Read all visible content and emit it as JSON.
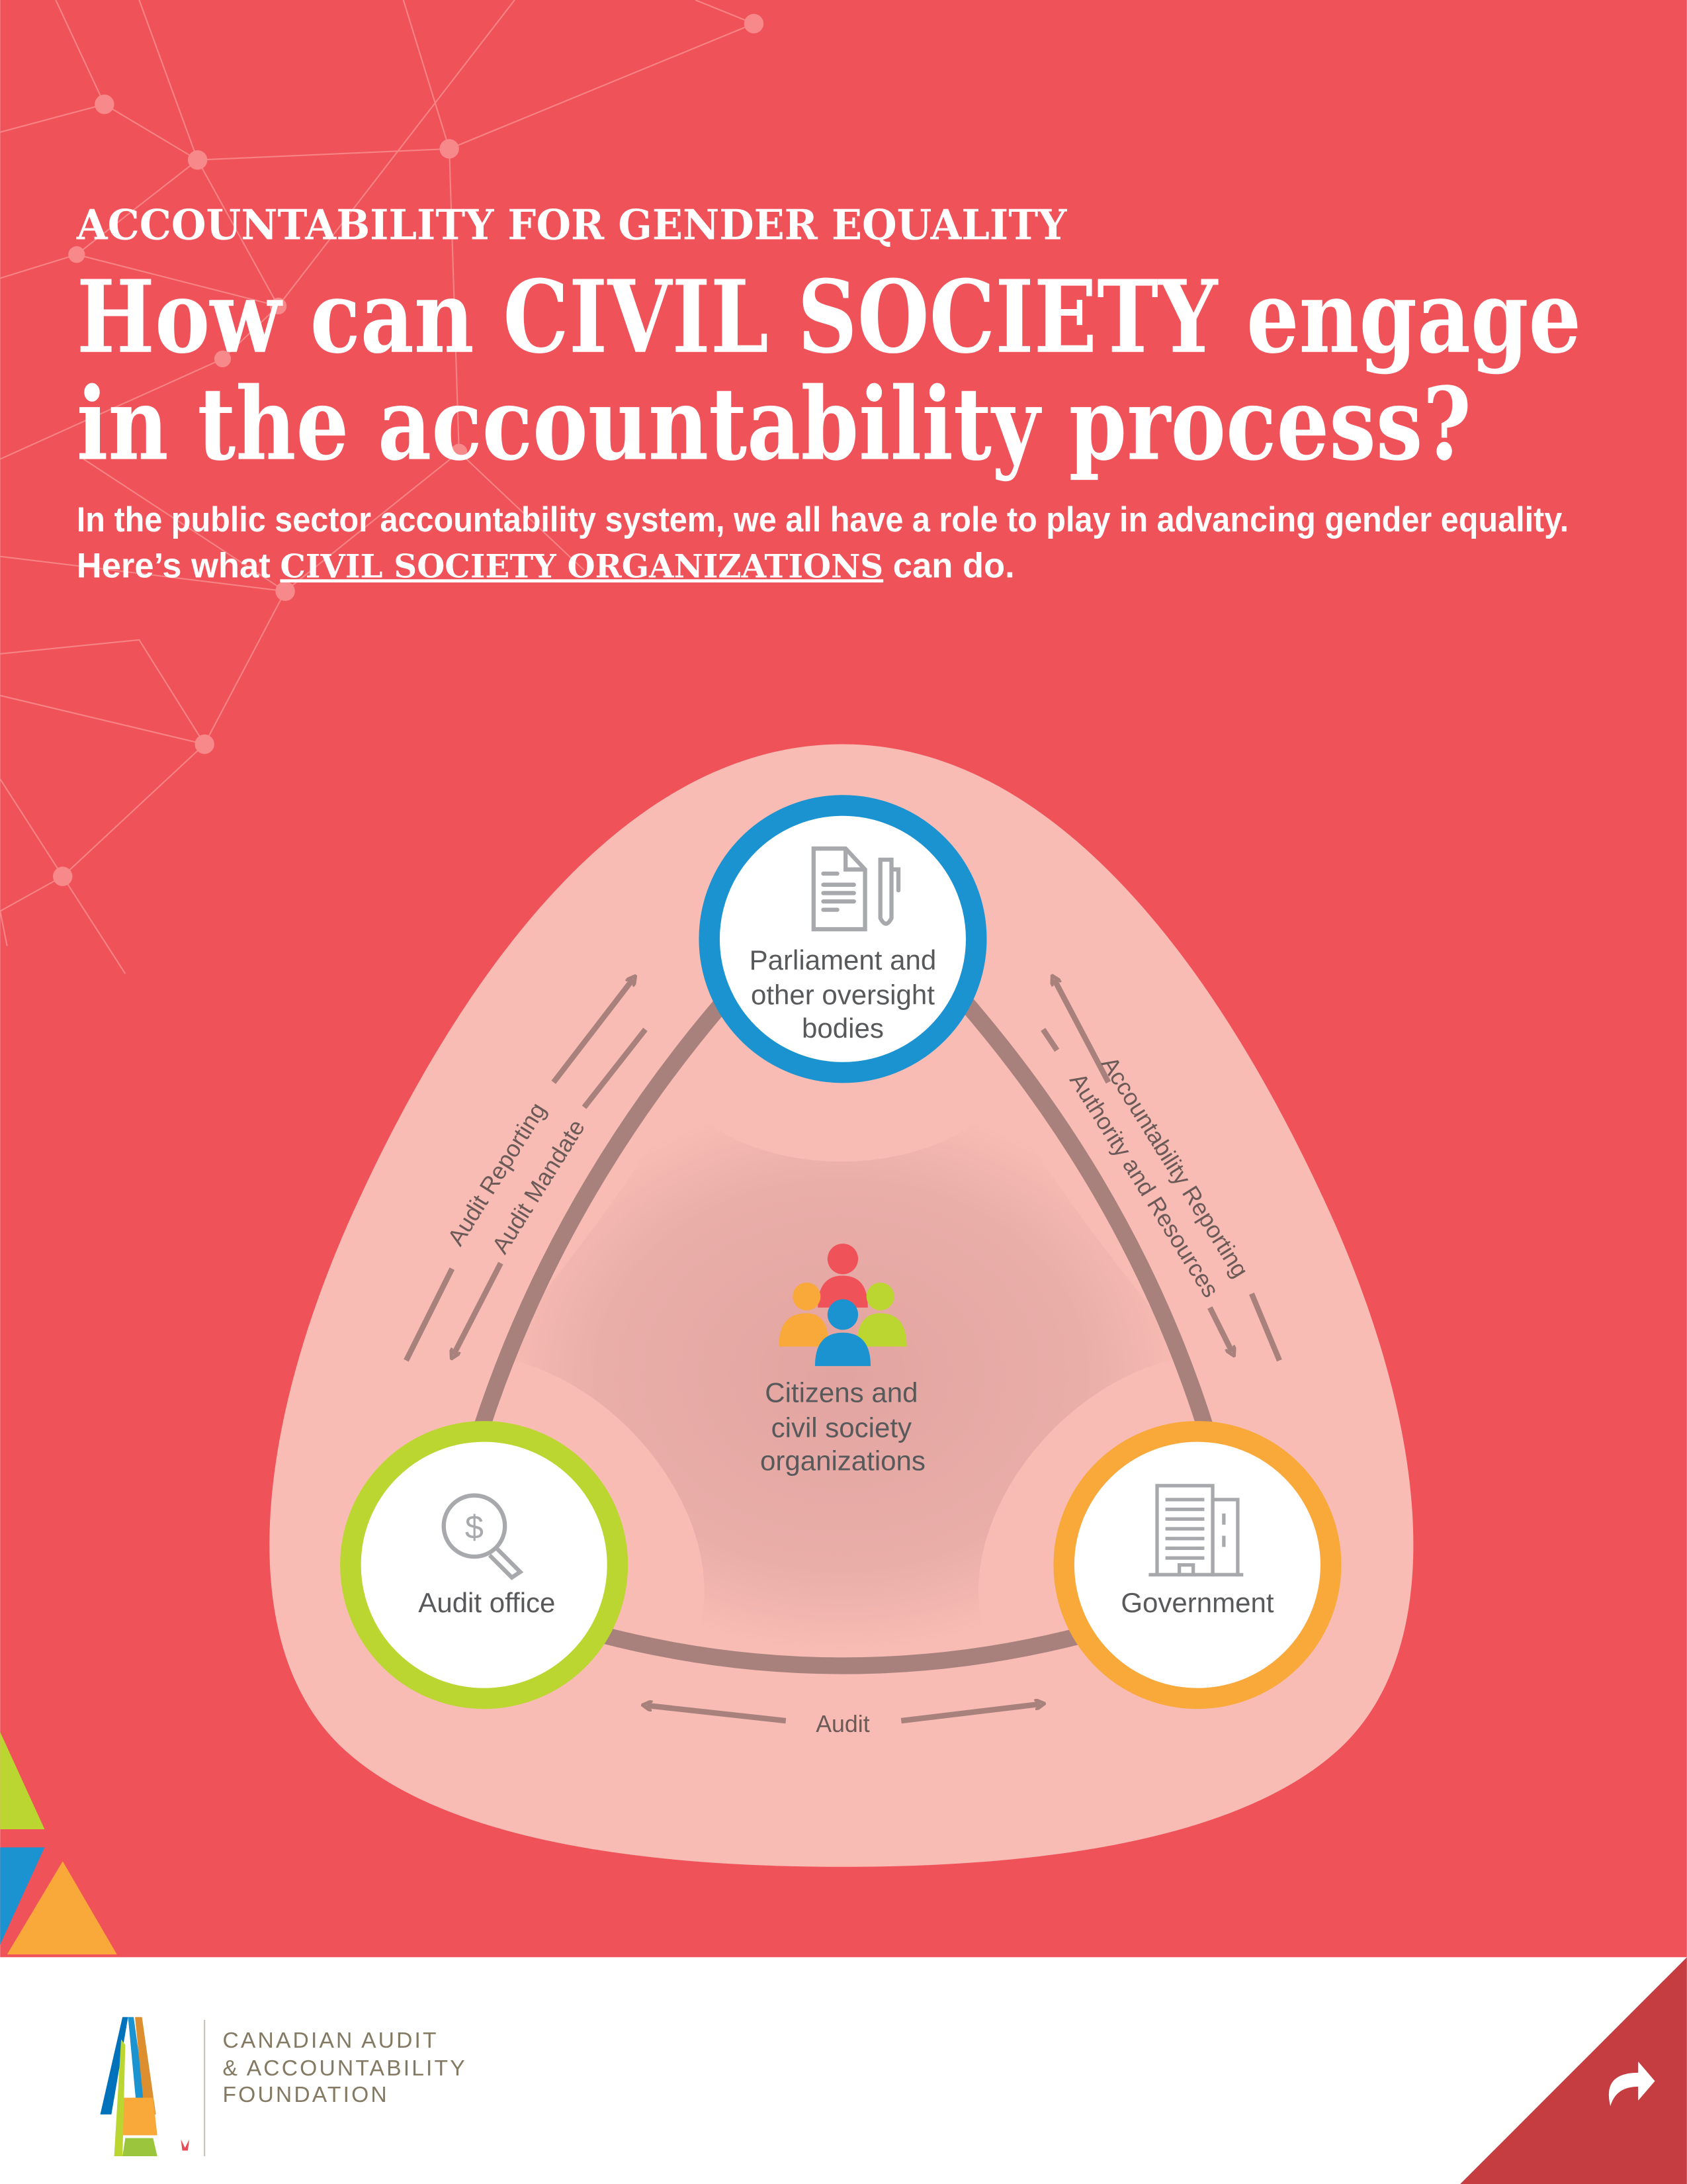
{
  "header": {
    "kicker": "ACCOUNTABILITY FOR GENDER EQUALITY",
    "title_line1": "How can CIVIL SOCIETY engage",
    "title_line2": "in the accountability process?",
    "intro_line1": "In the public sector accountability system, we all have a role to play in advancing gender equality.",
    "intro_line2_prefix": "Here’s what ",
    "intro_line2_emphasis": "CIVIL SOCIETY ORGANIZATIONS",
    "intro_line2_suffix": " can do."
  },
  "diagram": {
    "top_node": {
      "line1": "Parliament and",
      "line2": "other oversight",
      "line3": "bodies",
      "icon": "document-pen-icon",
      "color": "#1a93d0"
    },
    "left_node": {
      "label": "Audit office",
      "icon": "magnifier-dollar-icon",
      "color": "#bcd631"
    },
    "right_node": {
      "label": "Government",
      "icon": "building-icon",
      "color": "#f9a83a"
    },
    "center": {
      "line1": "Citizens and",
      "line2": "civil society",
      "line3": "organizations",
      "icon": "people-group-icon"
    },
    "flows": {
      "left_outer": "Audit Reporting",
      "left_inner": "Audit Mandate",
      "right_outer": "Accountability Reporting",
      "right_inner": "Authority and Resources",
      "bottom": "Audit"
    }
  },
  "footer": {
    "org_line1": "CANADIAN AUDIT",
    "org_line2": "& ACCOUNTABILITY",
    "org_line3": "FOUNDATION",
    "next_icon": "share-arrow-icon"
  },
  "colors": {
    "background": "#f0525a",
    "blob": "#f8bcb4",
    "connector": "#a8817d",
    "corner": "#c53d40"
  }
}
